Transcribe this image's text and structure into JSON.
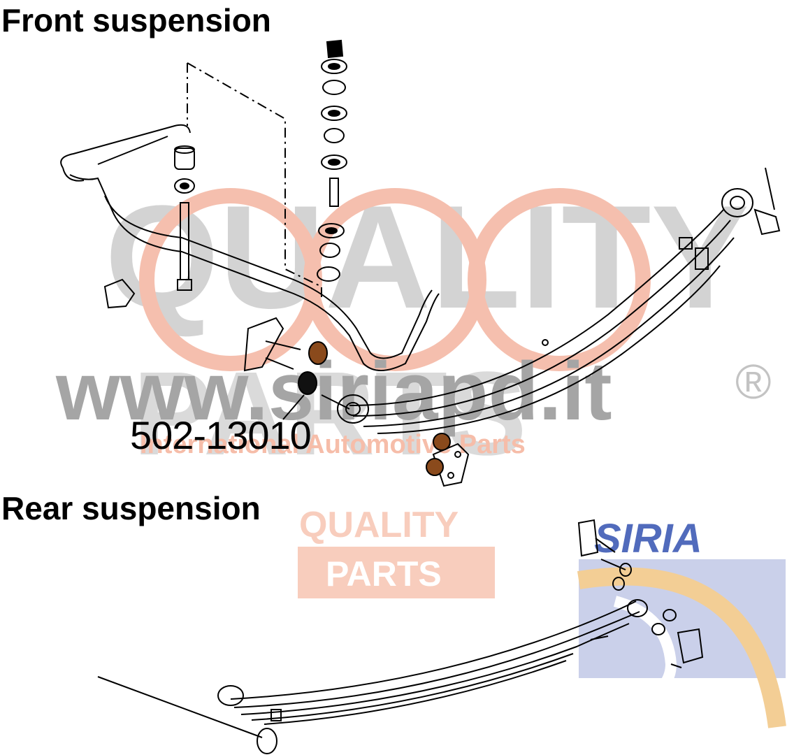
{
  "titles": {
    "front": "Front suspension",
    "rear": "Rear suspension"
  },
  "callout": {
    "part_number": "502-13010"
  },
  "watermark": {
    "brand_big": "QUALITY PARTS",
    "website": "www.siriapd.it",
    "tagline": "International Automotive Parts",
    "registered": "®",
    "quality": "QUALITY",
    "parts": "PARTS",
    "logo": "SIRIA"
  },
  "colors": {
    "line": "#000000",
    "watermark_gray": "#c8c8c8",
    "watermark_salmon": "#f4a48c",
    "logo_blue": "#3f5bb5",
    "logo_orange": "#f2b24a",
    "highlight_part": "#8a4a1c"
  }
}
